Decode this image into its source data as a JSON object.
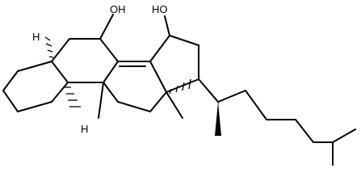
{
  "molecule": {
    "labels": {
      "oh_7": "OH",
      "oh_15": "HO",
      "h_5": "H",
      "h_9": "H"
    },
    "colors": {
      "ink": "#000000",
      "background": "#ffffff"
    }
  }
}
